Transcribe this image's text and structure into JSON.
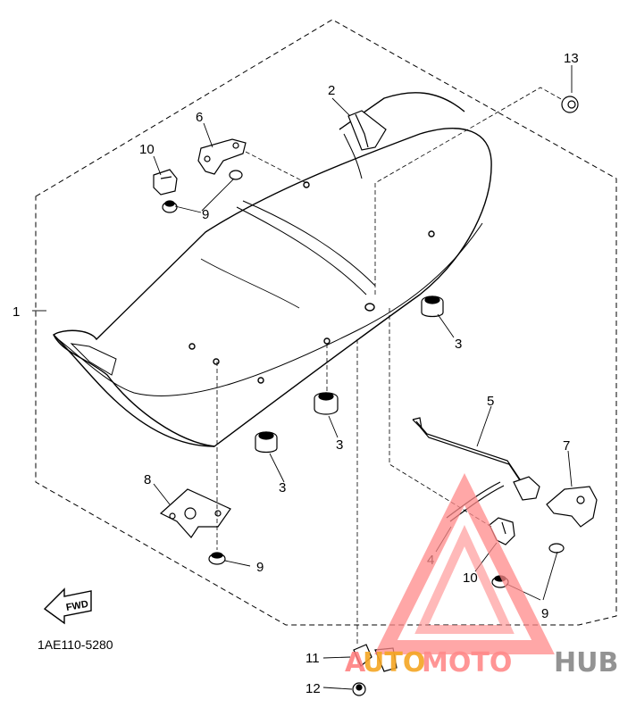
{
  "diagram": {
    "part_code": "1AE110-5280",
    "fwd_label": "FWD",
    "callouts": {
      "c1": "1",
      "c2": "2",
      "c3a": "3",
      "c3b": "3",
      "c3c": "3",
      "c4": "4",
      "c5": "5",
      "c6": "6",
      "c7": "7",
      "c8": "8",
      "c9a": "9",
      "c9b": "9",
      "c9c": "9",
      "c10a": "10",
      "c10b": "10",
      "c11": "11",
      "c12": "12",
      "c13": "13"
    }
  },
  "watermark": {
    "part1": "A",
    "part2": "UTO",
    "part3": "MOTO",
    "part4": "HUB",
    "colors": {
      "red": "#ff6b6b",
      "orange": "#f5a623",
      "gray": "#888888"
    }
  }
}
